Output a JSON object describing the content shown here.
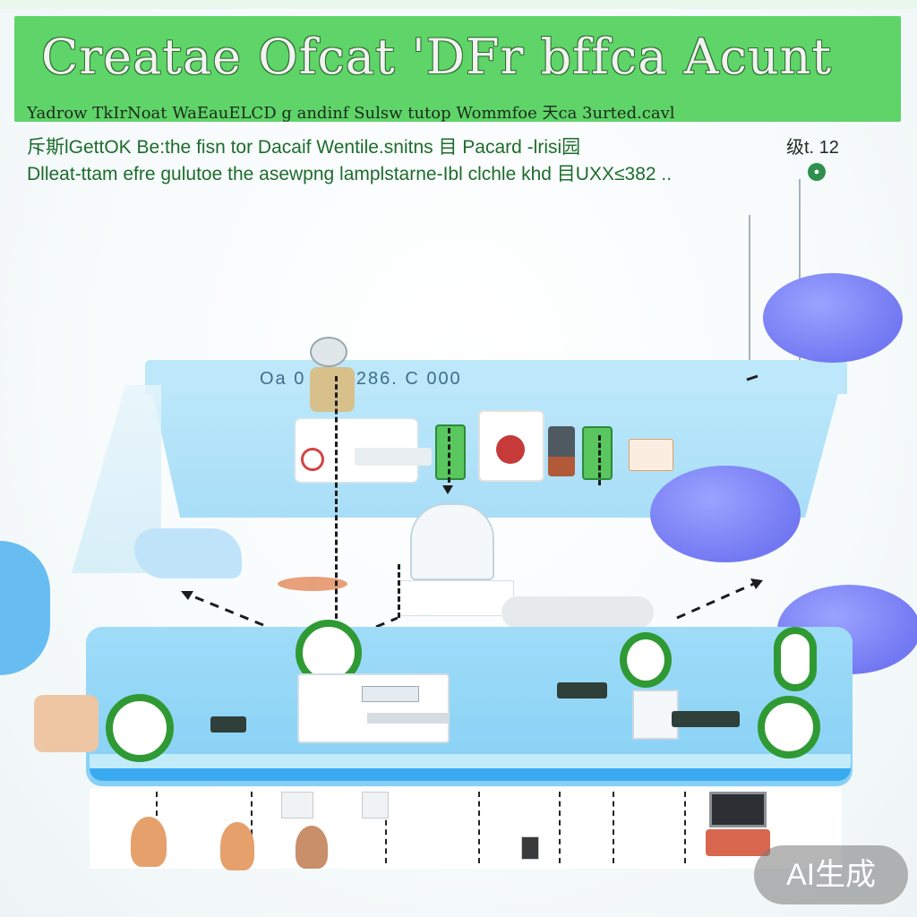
{
  "header": {
    "title": "Creatae Ofcat 'DFr bffca Acunt",
    "subtitle": "Yadrow TkIrNoat   WaEauELCD   g andinf  Sulsw tutop  Wommfoe  天ca   3urted.cavl"
  },
  "description": {
    "line1": "斥斯lGettOK Be:the fisn tor Dacaif Wentile.snitns 目 Pacard -lrisi园",
    "line2": "Dlleat-ttam efre gulutoe the asewpng lamplstarne-Ibl  clchle khd 目UXX≤382 ..",
    "code": "级t. 12"
  },
  "upper_panel": {
    "counter": "Oa  0   .a 0  286. C   000"
  },
  "watermark": {
    "label": "AI生成"
  },
  "colors": {
    "header_green": "#5fd469",
    "panel_blue": "#a8def7",
    "ring_green": "#2f9a33",
    "blob_purple": "#7379f2"
  }
}
